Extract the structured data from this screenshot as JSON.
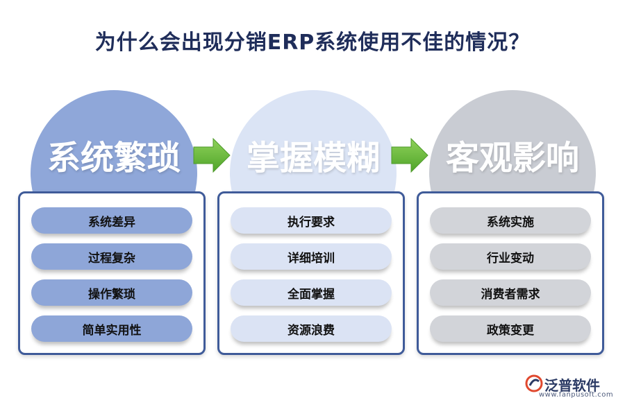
{
  "title": "为什么会出现分销ERP系统使用不佳的情况？",
  "columns": [
    {
      "heading": "系统繁琐",
      "circle_color": "#8fa7d9",
      "pill_color": "#8ea6d8",
      "items": [
        "系统差异",
        "过程复杂",
        "操作繁琐",
        "简单实用性"
      ]
    },
    {
      "heading": "掌握模糊",
      "circle_color": "#dbe4f5",
      "pill_color": "#dbe3f4",
      "items": [
        "执行要求",
        "详细培训",
        "全面掌握",
        "资源浪费"
      ]
    },
    {
      "heading": "客观影响",
      "circle_color": "#c9ccd3",
      "pill_color": "#d2d4d9",
      "items": [
        "系统实施",
        "行业变动",
        "消费者需求",
        "政策变更"
      ]
    }
  ],
  "arrow_color": "#6dbb3c",
  "logo": {
    "name": "泛普软件",
    "url": "www.fanpusoft.com"
  }
}
